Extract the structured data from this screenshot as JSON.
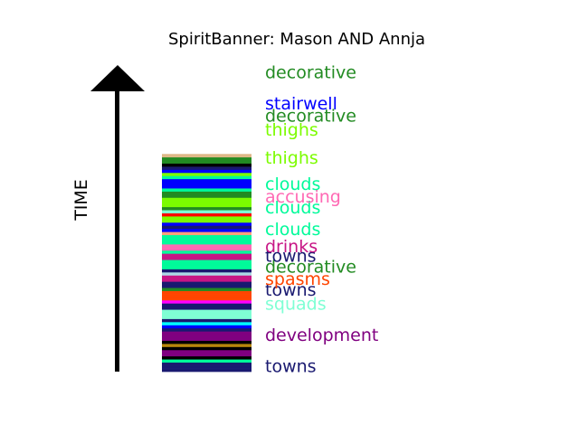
{
  "chart_data": {
    "type": "bar",
    "title": "SpiritBanner: Mason AND Annja",
    "ylabel": "TIME",
    "xlabel": "",
    "grid": false,
    "legend": "none",
    "stripes": [
      {
        "color": "#191970"
      },
      {
        "color": "#191970"
      },
      {
        "color": "#191970"
      },
      {
        "color": "#00FA9A"
      },
      {
        "color": "#000000"
      },
      {
        "color": "#800080"
      },
      {
        "color": "#800080"
      },
      {
        "color": "#000000"
      },
      {
        "color": "#B8860B"
      },
      {
        "color": "#000000"
      },
      {
        "color": "#800080"
      },
      {
        "color": "#800080"
      },
      {
        "color": "#800080"
      },
      {
        "color": "#191970"
      },
      {
        "color": "#0000FF"
      },
      {
        "color": "#00FFFF"
      },
      {
        "color": "#191970"
      },
      {
        "color": "#7FFFD4"
      },
      {
        "color": "#7FFFD4"
      },
      {
        "color": "#7FFFD4"
      },
      {
        "color": "#191970"
      },
      {
        "color": "#191970"
      },
      {
        "color": "#FF00FF"
      },
      {
        "color": "#FF4500"
      },
      {
        "color": "#FF4500"
      },
      {
        "color": "#FF4500"
      },
      {
        "color": "#228B22"
      },
      {
        "color": "#191970"
      },
      {
        "color": "#191970"
      },
      {
        "color": "#C71585"
      },
      {
        "color": "#C71585"
      },
      {
        "color": "#ADD8E6"
      },
      {
        "color": "#191970"
      },
      {
        "color": "#00FA9A"
      },
      {
        "color": "#00FA9A"
      },
      {
        "color": "#00FA9A"
      },
      {
        "color": "#C71585"
      },
      {
        "color": "#C71585"
      },
      {
        "color": "#00FA9A"
      },
      {
        "color": "#FF69B4"
      },
      {
        "color": "#FF69B4"
      },
      {
        "color": "#00FA9A"
      },
      {
        "color": "#00FA9A"
      },
      {
        "color": "#00FA9A"
      },
      {
        "color": "#FFA07A"
      },
      {
        "color": "#0000FF"
      },
      {
        "color": "#191970"
      },
      {
        "color": "#0000FF"
      },
      {
        "color": "#7CFC00"
      },
      {
        "color": "#7CFC00"
      },
      {
        "color": "#FF0000"
      },
      {
        "color": "#7FFFD4"
      },
      {
        "color": "#228B22"
      },
      {
        "color": "#7CFC00"
      },
      {
        "color": "#7CFC00"
      },
      {
        "color": "#7CFC00"
      },
      {
        "color": "#228B22"
      },
      {
        "color": "#228B22"
      },
      {
        "color": "#00FA9A"
      },
      {
        "color": "#0000FF"
      },
      {
        "color": "#0000FF"
      },
      {
        "color": "#0000FF"
      },
      {
        "color": "#00FA9A"
      },
      {
        "color": "#7CFC00"
      },
      {
        "color": "#0000FF"
      },
      {
        "color": "#191970"
      },
      {
        "color": "#000000"
      },
      {
        "color": "#228B22"
      },
      {
        "color": "#228B22"
      },
      {
        "color": "#DEB887"
      }
    ],
    "labels": [
      {
        "text": "towns",
        "color": "#191970",
        "slot": 1.5
      },
      {
        "text": "development",
        "color": "#800080",
        "slot": 11.5
      },
      {
        "text": "squads",
        "color": "#7FFFD4",
        "slot": 21.5
      },
      {
        "text": "towns",
        "color": "#191970",
        "slot": 26
      },
      {
        "text": "spasms",
        "color": "#FF4500",
        "slot": 29.5
      },
      {
        "text": "decorative",
        "color": "#228B22",
        "slot": 33.5
      },
      {
        "text": "towns",
        "color": "#191970",
        "slot": 37
      },
      {
        "text": "drinks",
        "color": "#C71585",
        "slot": 40
      },
      {
        "text": "clouds",
        "color": "#00FA9A",
        "slot": 45.5
      },
      {
        "text": "clouds",
        "color": "#00FA9A",
        "slot": 52.5
      },
      {
        "text": "accusing",
        "color": "#FF69B4",
        "slot": 56
      },
      {
        "text": "clouds",
        "color": "#00FA9A",
        "slot": 60
      },
      {
        "text": "thighs",
        "color": "#7CFC00",
        "slot": 68.5
      },
      {
        "text": "thighs",
        "color": "#7CFC00",
        "slot": 77.5
      },
      {
        "text": "decorative",
        "color": "#228B22",
        "slot": 82
      },
      {
        "text": "stairwell",
        "color": "#0000FF",
        "slot": 86
      },
      {
        "text": "decorative",
        "color": "#228B22",
        "slot": 96
      }
    ],
    "n_slots": 98
  }
}
